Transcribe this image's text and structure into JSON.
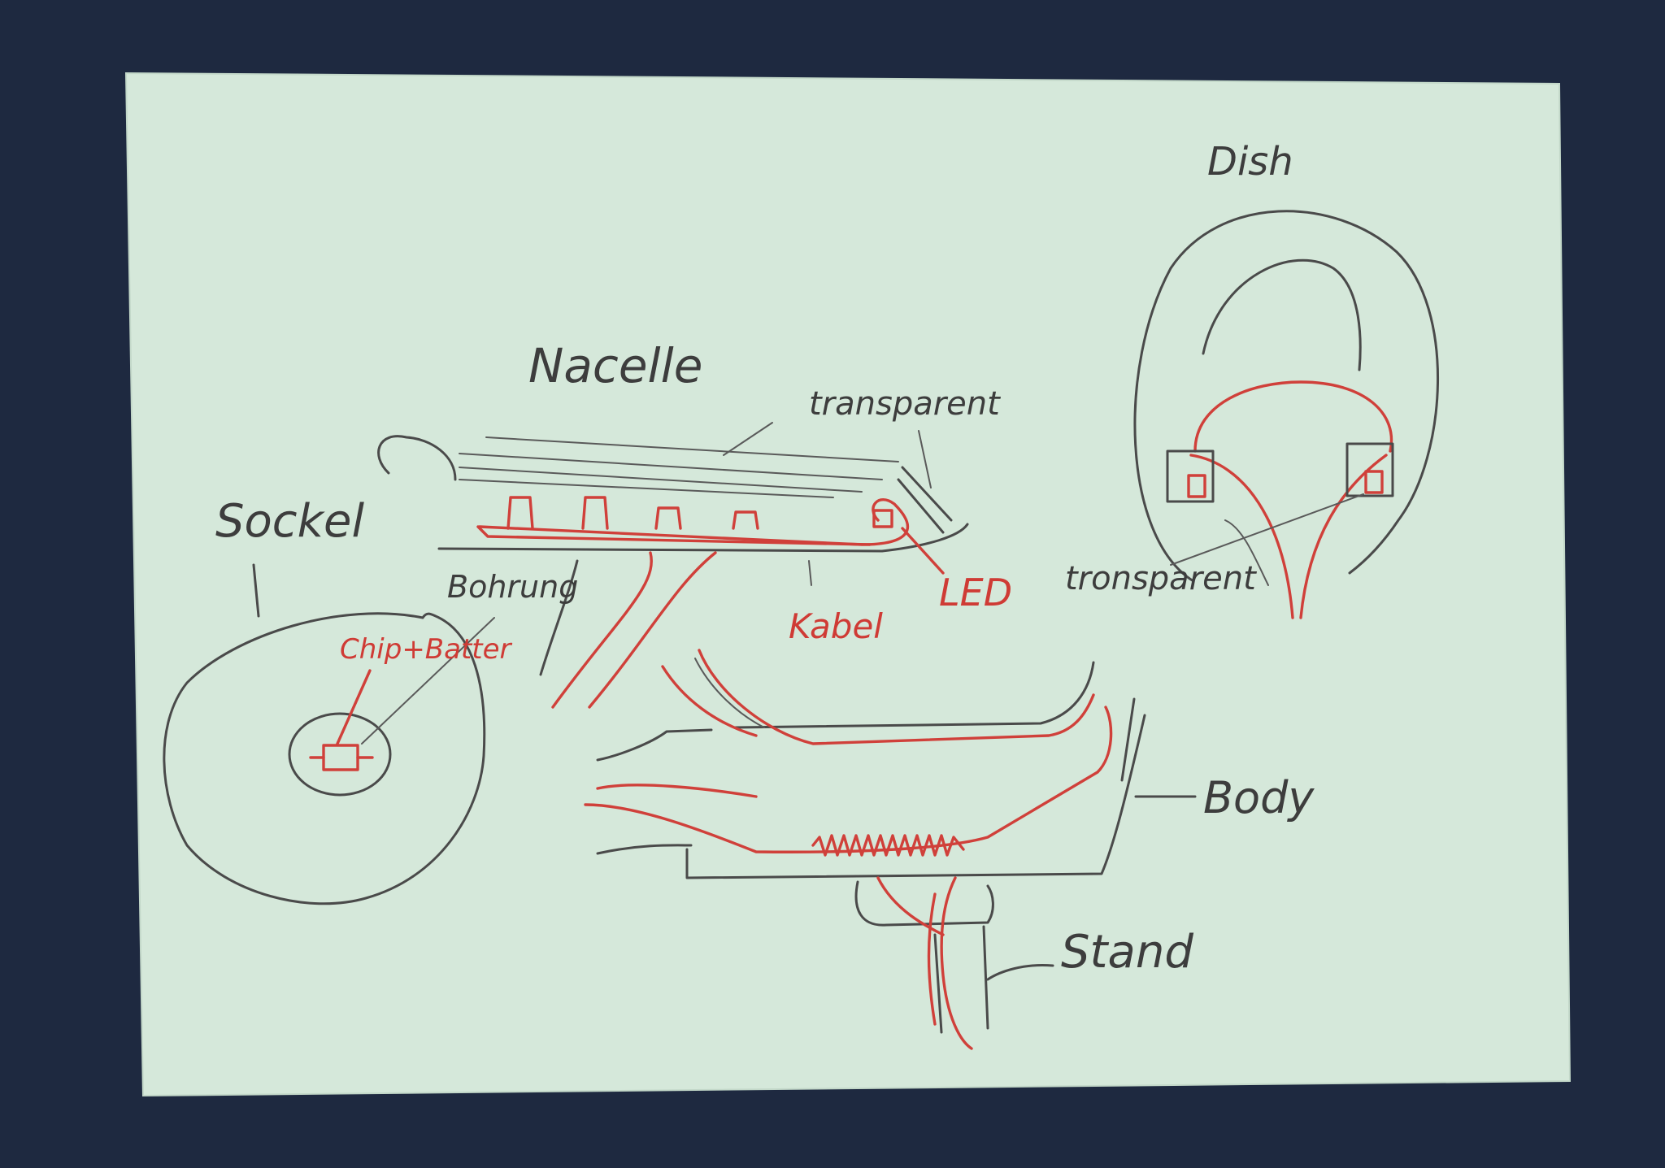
{
  "colors": {
    "background": "#1f2a40",
    "paper": "#d5e8da",
    "pencil": "#4a4a4a",
    "red_pen": "#d0403a"
  },
  "labels": {
    "dish": "Dish",
    "nacelle": "Nacelle",
    "transparent_nacelle": "transparent",
    "transparent_dish": "tronsparent",
    "sockel": "Sockel",
    "bohrung": "Bohrung",
    "chip_batter": "Chip+Batter",
    "kabel": "Kabel",
    "led": "LED",
    "body": "Body",
    "stand": "Stand"
  }
}
